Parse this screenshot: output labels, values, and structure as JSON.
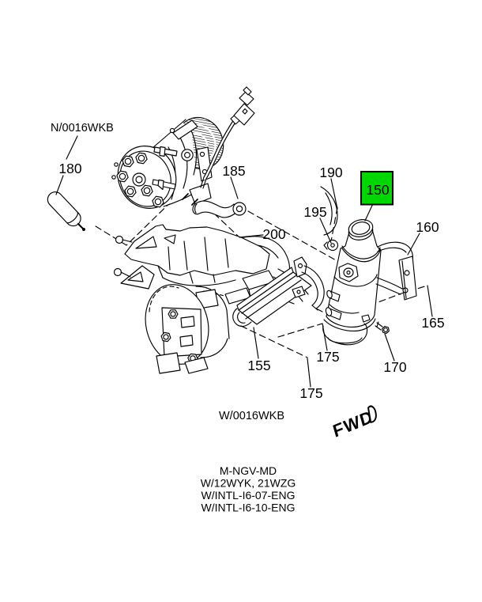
{
  "diagram": {
    "background_color": "#ffffff",
    "line_color": "#000000",
    "highlight_color": "#00d600",
    "note_top_left": "N/0016WKB",
    "note_bottom": "W/0016WKB",
    "fwd_label": "FWD",
    "callouts": [
      {
        "id": "180",
        "label": "180",
        "highlighted": false
      },
      {
        "id": "185",
        "label": "185",
        "highlighted": false
      },
      {
        "id": "200",
        "label": "200",
        "highlighted": false
      },
      {
        "id": "190",
        "label": "190",
        "highlighted": false
      },
      {
        "id": "195",
        "label": "195",
        "highlighted": false
      },
      {
        "id": "150",
        "label": "150",
        "highlighted": true
      },
      {
        "id": "160",
        "label": "160",
        "highlighted": false
      },
      {
        "id": "165",
        "label": "165",
        "highlighted": false
      },
      {
        "id": "170",
        "label": "170",
        "highlighted": false
      },
      {
        "id": "155",
        "label": "155",
        "highlighted": false
      },
      {
        "id": "175-upper",
        "label": "175",
        "highlighted": false
      },
      {
        "id": "175-lower",
        "label": "175",
        "highlighted": false
      }
    ],
    "footer": {
      "lines": [
        "M-NGV-MD",
        "W/12WYK, 21WZG",
        "W/INTL-I6-07-ENG",
        "W/INTL-I6-10-ENG"
      ]
    }
  }
}
